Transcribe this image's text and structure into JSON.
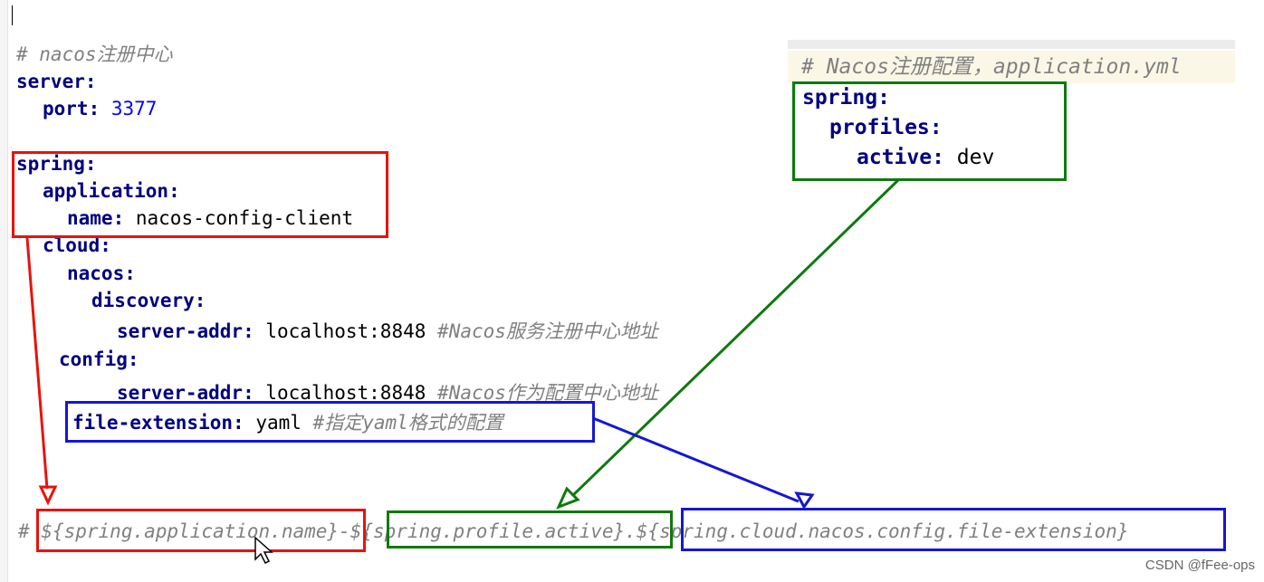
{
  "editor": {
    "main": {
      "comment_title": "# nacos注册中心",
      "server_key": "server:",
      "port_key": "port:",
      "port_value": "3377",
      "spring_key": "spring:",
      "application_key": "application:",
      "name_key": "name:",
      "name_value": "nacos-config-client",
      "cloud_key": "cloud:",
      "nacos_key": "nacos:",
      "discovery_key": "discovery:",
      "server_addr_key": "server-addr:",
      "server_addr_value": "localhost:8848",
      "discovery_comment": "#Nacos服务注册中心地址",
      "config_key": "config:",
      "config_server_addr_key": "server-addr:",
      "config_server_addr_value": "localhost:8848",
      "config_comment": "#Nacos作为配置中心地址",
      "file_extension_key": "file-extension:",
      "file_extension_value": "yaml",
      "file_extension_comment": "#指定yaml格式的配置"
    },
    "panel": {
      "comment": "# Nacos注册配置，application.yml",
      "spring_key": "spring:",
      "profiles_key": "profiles:",
      "active_key": "active:",
      "active_value": "dev"
    },
    "formula": {
      "hash": "#",
      "part1": "${spring.application.name}",
      "sep1": "-",
      "dollar": "$",
      "part2": "{spring.profile.active}",
      "sep2": ".",
      "part3": "${spring.cloud.nacos.config.file-extension}"
    }
  },
  "watermark": "CSDN @fFee-ops",
  "colors": {
    "red": "#e8130c",
    "green": "#0e7a0d",
    "blue": "#1417d4",
    "keyword": "#000080",
    "comment": "#808080"
  }
}
